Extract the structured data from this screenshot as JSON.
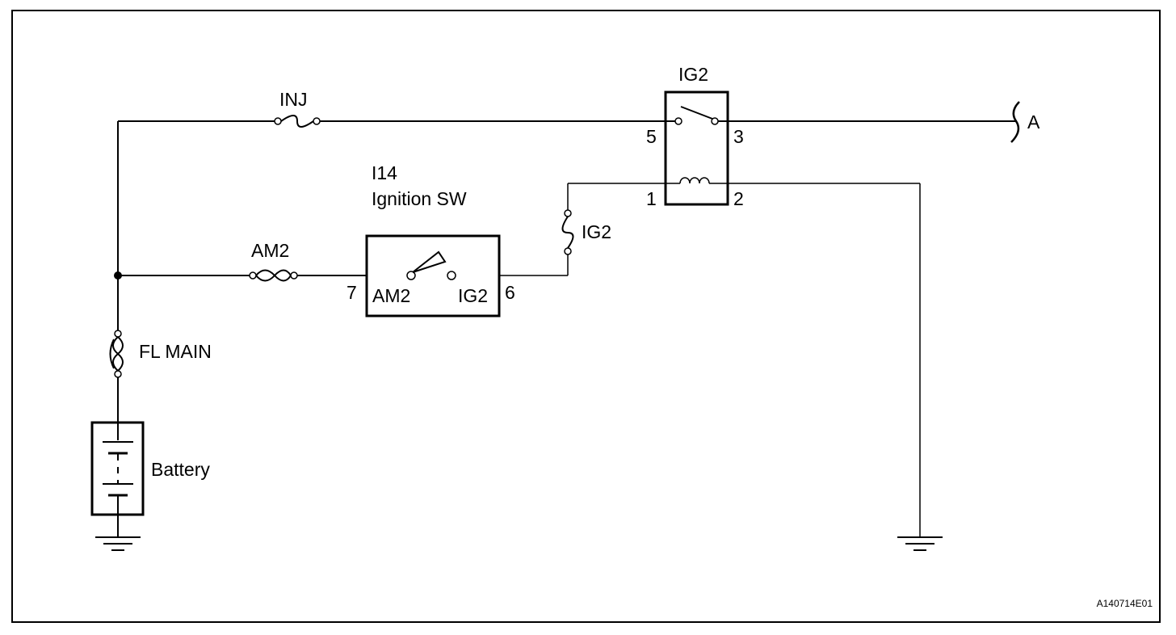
{
  "diagram": {
    "labels": {
      "inj_fuse": "INJ",
      "relay_name": "IG2",
      "relay_pin_5": "5",
      "relay_pin_3": "3",
      "relay_pin_1": "1",
      "relay_pin_2": "2",
      "connector_a": "A",
      "switch_code": "I14",
      "switch_name": "Ignition SW",
      "ig2_fuse": "IG2",
      "am2_fuse": "AM2",
      "switch_pin_7": "7",
      "switch_am2": "AM2",
      "switch_ig2": "IG2",
      "switch_pin_6": "6",
      "fl_main": "FL MAIN",
      "battery": "Battery",
      "figure_code": "A140714E01"
    }
  }
}
